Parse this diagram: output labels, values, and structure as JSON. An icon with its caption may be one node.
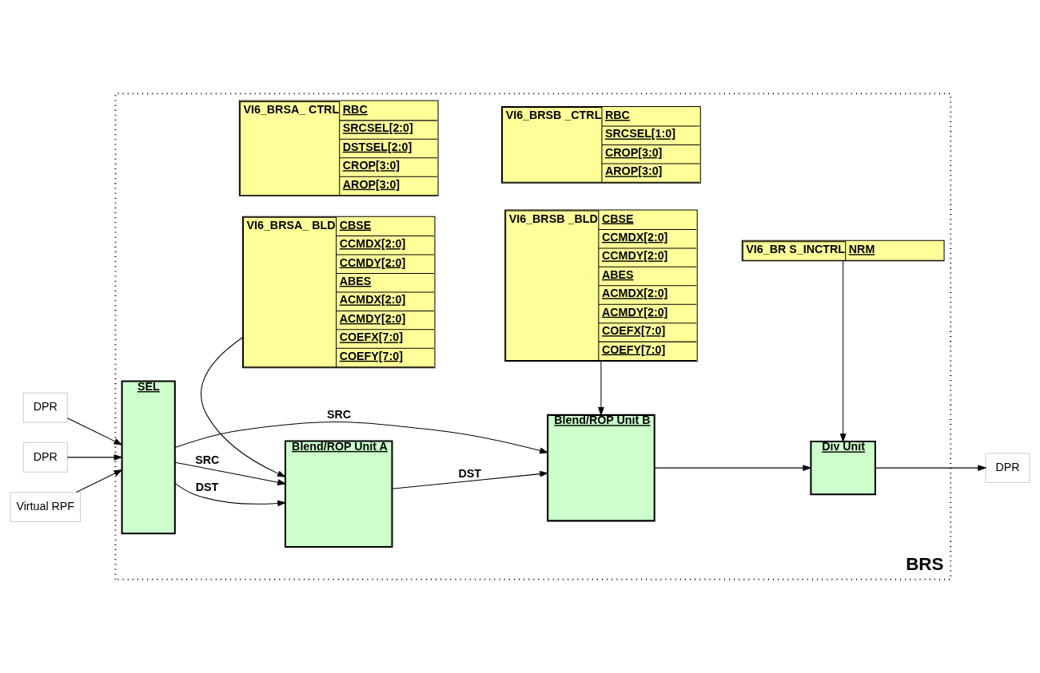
{
  "diagram": {
    "nodes": [
      {
        "text": [
          "BRS"
        ]
      },
      {
        "text": [
          "VI6_BRSA_ CTRL",
          "RBC",
          "SRCSEL[2:0]",
          "DSTSEL[2:0]",
          "CROP[3:0]",
          "AROP[3:0]"
        ],
        "in": 0
      },
      {
        "text": [
          "VI6_BRSB _CTRL",
          "RBC",
          "SRCSEL[1:0]",
          "CROP[3:0]",
          "AROP[3:0]"
        ],
        "in": 0
      },
      {
        "text": [
          "VI6_BRSA_ BLD",
          "CBSE",
          "CCMDX[2:0]",
          "CCMDY[2:0]",
          "ABES",
          "ACMDX[2:0]",
          "ACMDY[2:0]",
          "COEFX[7:0]",
          "COEFY[7:0]"
        ],
        "in": 0
      },
      {
        "text": [
          "VI6_BRSB _BLD",
          "CBSE",
          "CCMDX[2:0]",
          "CCMDY[2:0]",
          "ABES",
          "ACMDX[2:0]",
          "ACMDY[2:0]",
          "COEFX[7:0]",
          "COEFY[7:0]"
        ],
        "in": 0
      },
      {
        "text": [
          "VI6_BR S_INCTRL",
          "NRM"
        ],
        "in": 0
      },
      {
        "text": [
          "DPR"
        ]
      },
      {
        "text": [
          "DPR"
        ]
      },
      {
        "text": [
          "Virtual RPF"
        ]
      },
      {
        "text": [
          "SEL"
        ],
        "in": 0
      },
      {
        "text": [
          "Blend/ROP Unit A"
        ],
        "in": 0
      },
      {
        "text": [
          "Blend/ROP Unit B"
        ],
        "in": 0
      },
      {
        "text": [
          "Div Unit"
        ],
        "in": 0
      },
      {
        "text": [
          "DPR"
        ]
      }
    ],
    "edges": [
      {
        "from": 6,
        "to": 9,
        "arrow": "to"
      },
      {
        "from": 7,
        "to": 9,
        "arrow": "to"
      },
      {
        "from": 8,
        "to": 9,
        "arrow": "to"
      },
      {
        "from": 9,
        "to": 10,
        "arrow": "to",
        "label": "DST"
      },
      {
        "from": 9,
        "to": 10,
        "arrow": "to",
        "label": "SRC"
      },
      {
        "from": 9,
        "to": 11,
        "arrow": "to",
        "label": "SRC"
      },
      {
        "from": 3,
        "to": 10,
        "arrow": "to"
      },
      {
        "from": 4,
        "to": 11,
        "arrow": "to"
      },
      {
        "from": 10,
        "to": 11,
        "arrow": "to",
        "label": "DST"
      },
      {
        "from": 11,
        "to": 12,
        "arrow": "to"
      },
      {
        "from": 5,
        "to": 12,
        "arrow": "to"
      },
      {
        "from": 12,
        "to": 13,
        "arrow": "to"
      }
    ]
  }
}
